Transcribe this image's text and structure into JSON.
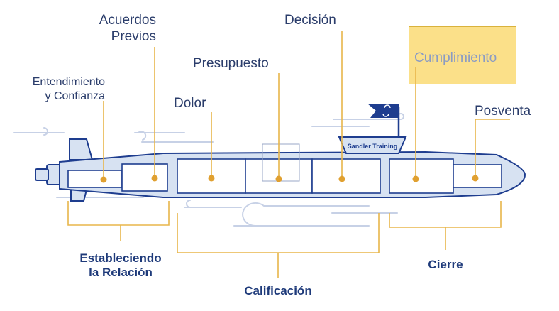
{
  "stages": {
    "entendimiento": "Entendimiento\ny Confianza",
    "acuerdos": "Acuerdos\nPrevios",
    "dolor": "Dolor",
    "presupuesto": "Presupuesto",
    "decision": "Decisión",
    "cumplimiento": "Cumplimiento",
    "posventa": "Posventa"
  },
  "groups": {
    "relacion": "Estableciendo\nla Relación",
    "calificacion": "Calificación",
    "cierre": "Cierre"
  },
  "brand": "Sandler Training",
  "colors": {
    "outline": "#1e3d8f",
    "hull_fill": "#d7e2f2",
    "box_fill": "#ffffff",
    "leader": "#e8b64a",
    "dot": "#e0a030",
    "highlight": "#fbe089"
  }
}
